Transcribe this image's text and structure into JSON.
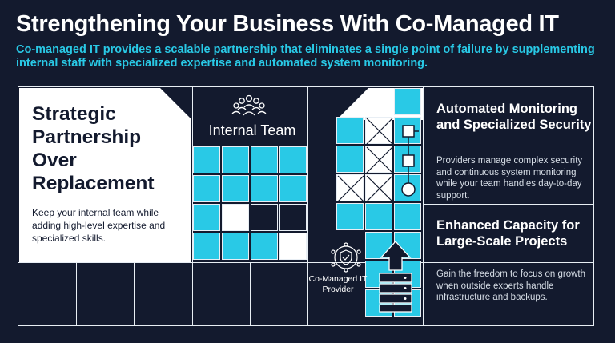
{
  "header": {
    "title": "Strengthening Your Business With Co-Managed IT",
    "subtitle": "Co-managed IT provides a scalable partnership that eliminates a single point of failure by supplementing internal staff with specialized expertise and automated system monitoring."
  },
  "strategic": {
    "heading": "Strategic Partnership Over Replacement",
    "body": "Keep your internal team while adding high-level expertise and specialized skills."
  },
  "internal_team": {
    "label": "Internal Team",
    "icon": "team-icon"
  },
  "provider": {
    "label": "Co-Managed IT Provider",
    "icon": "shield-network-icon"
  },
  "monitoring": {
    "heading": "Automated Monitoring and Specialized Security",
    "body": "Providers manage complex security and continuous system monitoring while your team handles day-to-day support."
  },
  "capacity": {
    "heading": "Enhanced Capacity for Large-Scale Projects",
    "body": "Gain the freedom to focus on growth when outside experts handle infrastructure and backups."
  },
  "colors": {
    "background": "#131a2e",
    "accent": "#29c9e6",
    "white": "#ffffff"
  }
}
